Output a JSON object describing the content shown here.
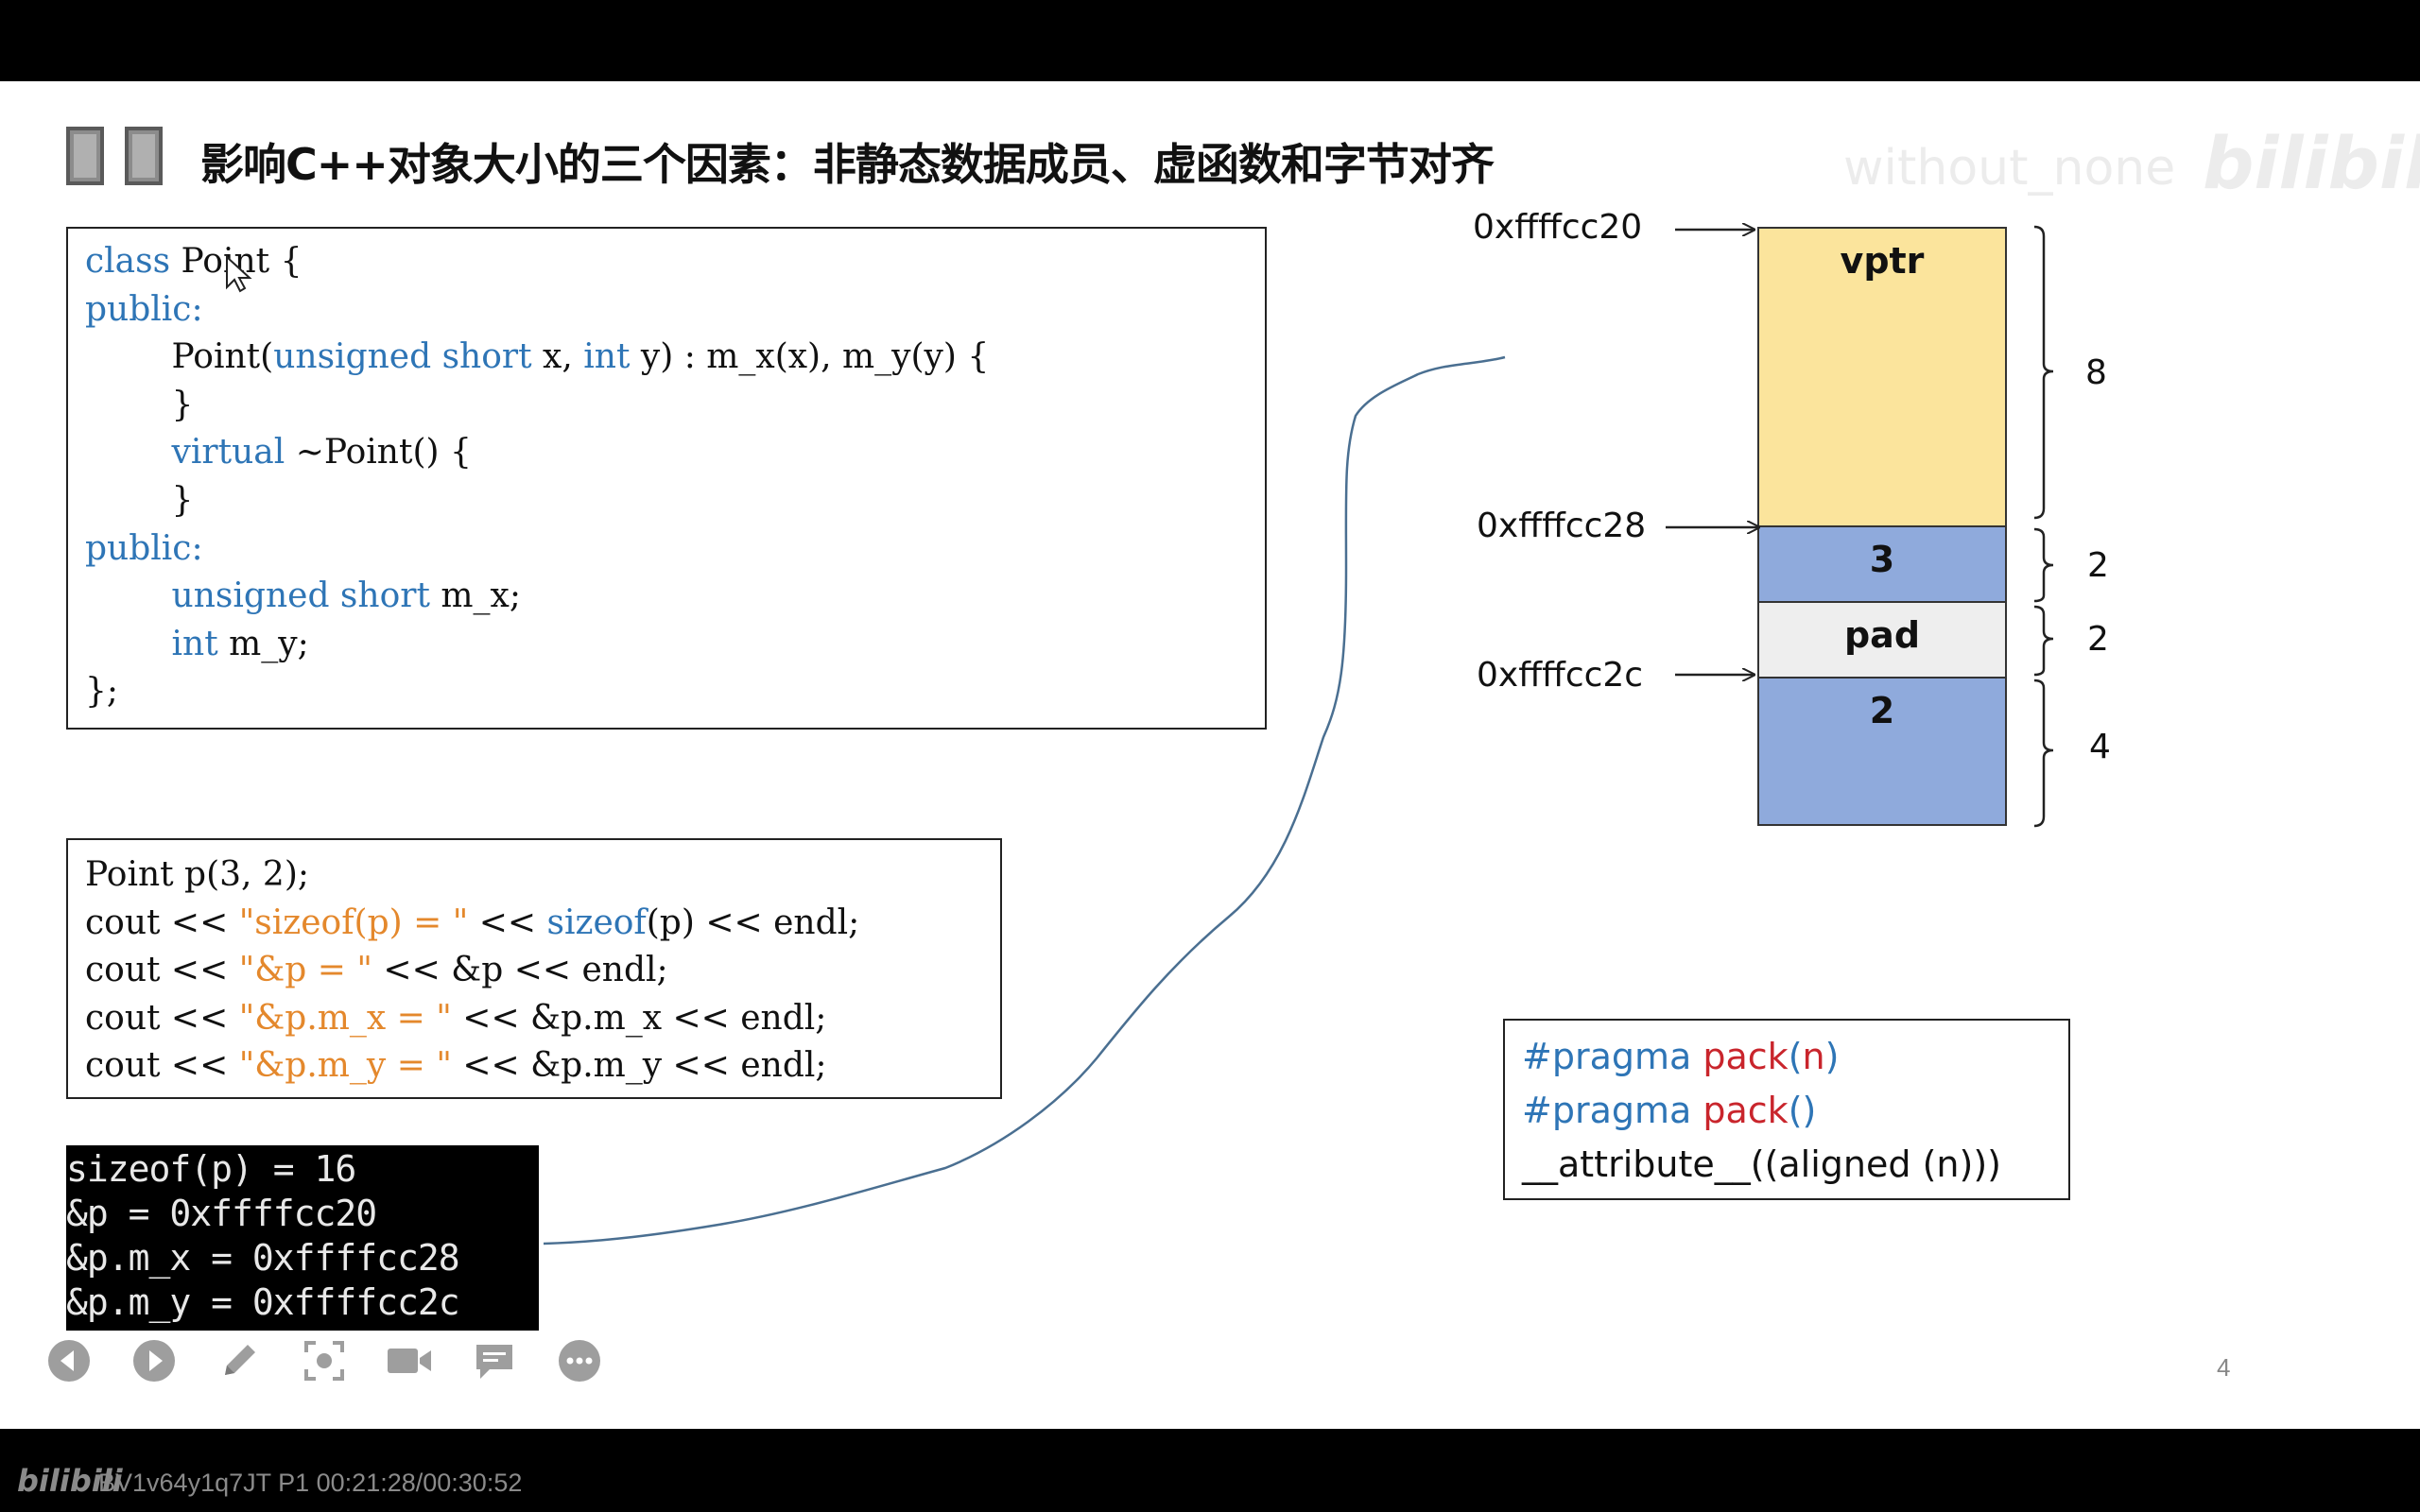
{
  "slide": {
    "title": "影响C++对象大小的三个因素：非静态数据成员、虚函数和字节对齐",
    "watermark": "without_none",
    "watermark_logo": "bilibili",
    "page_number": "4"
  },
  "class_code": {
    "lines": [
      [
        {
          "t": "class",
          "c": "k"
        },
        {
          "t": " Point {",
          "c": ""
        }
      ],
      [
        {
          "t": "public:",
          "c": "k"
        }
      ],
      [
        {
          "t": "        Point(",
          "c": ""
        },
        {
          "t": "unsigned short",
          "c": "k"
        },
        {
          "t": " x, ",
          "c": ""
        },
        {
          "t": "int",
          "c": "k"
        },
        {
          "t": " y) : m_x(x), m_y(y) {",
          "c": ""
        }
      ],
      [
        {
          "t": "        }",
          "c": ""
        }
      ],
      [
        {
          "t": "        ",
          "c": ""
        },
        {
          "t": "virtual",
          "c": "k"
        },
        {
          "t": " ~Point() {",
          "c": ""
        }
      ],
      [
        {
          "t": "        }",
          "c": ""
        }
      ],
      [
        {
          "t": "public:",
          "c": "k"
        }
      ],
      [
        {
          "t": "        ",
          "c": ""
        },
        {
          "t": "unsigned short",
          "c": "k"
        },
        {
          "t": " m_x;",
          "c": ""
        }
      ],
      [
        {
          "t": "        ",
          "c": ""
        },
        {
          "t": "int",
          "c": "k"
        },
        {
          "t": " m_y;",
          "c": ""
        }
      ],
      [
        {
          "t": "};",
          "c": ""
        }
      ]
    ]
  },
  "main_code": {
    "lines": [
      [
        {
          "t": "Point p(3, 2);",
          "c": ""
        }
      ],
      [
        {
          "t": "cout << ",
          "c": ""
        },
        {
          "t": "\"sizeof(p) = \"",
          "c": "s"
        },
        {
          "t": " << ",
          "c": ""
        },
        {
          "t": "sizeof",
          "c": "k"
        },
        {
          "t": "(p) << endl;",
          "c": ""
        }
      ],
      [
        {
          "t": "cout << ",
          "c": ""
        },
        {
          "t": "\"&p = \"",
          "c": "s"
        },
        {
          "t": " << &p << endl;",
          "c": ""
        }
      ],
      [
        {
          "t": "cout << ",
          "c": ""
        },
        {
          "t": "\"&p.m_x = \"",
          "c": "s"
        },
        {
          "t": " << &p.m_x << endl;",
          "c": ""
        }
      ],
      [
        {
          "t": "cout << ",
          "c": ""
        },
        {
          "t": "\"&p.m_y = \"",
          "c": "s"
        },
        {
          "t": " << &p.m_y << endl;",
          "c": ""
        }
      ]
    ]
  },
  "terminal": {
    "lines": [
      "sizeof(p) = 16",
      "&p = 0xffffcc20",
      "&p.m_x = 0xffffcc28",
      "&p.m_y = 0xffffcc2c"
    ]
  },
  "memory": {
    "blocks": [
      {
        "label": "vptr",
        "size": "8",
        "color": "#fbe49c"
      },
      {
        "label": "3",
        "size": "2",
        "color": "#8faadc"
      },
      {
        "label": "pad",
        "size": "2",
        "color": "#eeeeee"
      },
      {
        "label": "2",
        "size": "4",
        "color": "#8faadc"
      }
    ],
    "addresses": [
      "0xffffcc20",
      "0xffffcc28",
      "0xffffcc2c"
    ]
  },
  "pragma": {
    "line1": {
      "kw": "#pragma",
      "fn": " pack",
      "arg_open": "(",
      "arg": "n",
      "arg_close": ")"
    },
    "line2": {
      "kw": "#pragma",
      "fn": " pack",
      "arg": "()"
    },
    "line3": "__attribute__((aligned (n)))"
  },
  "toolbar": {
    "icons": [
      "prev-slide-icon",
      "next-slide-icon",
      "pen-icon",
      "screenshot-icon",
      "camera-icon",
      "comment-icon",
      "more-icon"
    ]
  },
  "video": {
    "logo": "bilibili",
    "info": "BV1v64y1q7JT P1 00:21:28/00:30:52"
  },
  "colors": {
    "keyword": "#2e75b6",
    "string": "#e4882c",
    "pragma_red": "#c9252c"
  }
}
